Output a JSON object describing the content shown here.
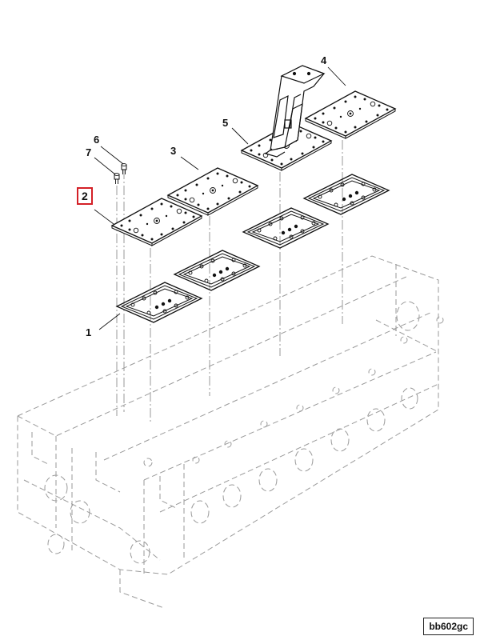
{
  "diagram": {
    "callouts": [
      {
        "id": "1",
        "label": "1",
        "highlighted": false
      },
      {
        "id": "2",
        "label": "2",
        "highlighted": true
      },
      {
        "id": "3",
        "label": "3",
        "highlighted": false
      },
      {
        "id": "4",
        "label": "4",
        "highlighted": false
      },
      {
        "id": "5",
        "label": "5",
        "highlighted": false
      },
      {
        "id": "6",
        "label": "6",
        "highlighted": false
      },
      {
        "id": "7",
        "label": "7",
        "highlighted": false
      }
    ],
    "reference_code": "bb602gc",
    "highlight_color": "#d32027"
  }
}
